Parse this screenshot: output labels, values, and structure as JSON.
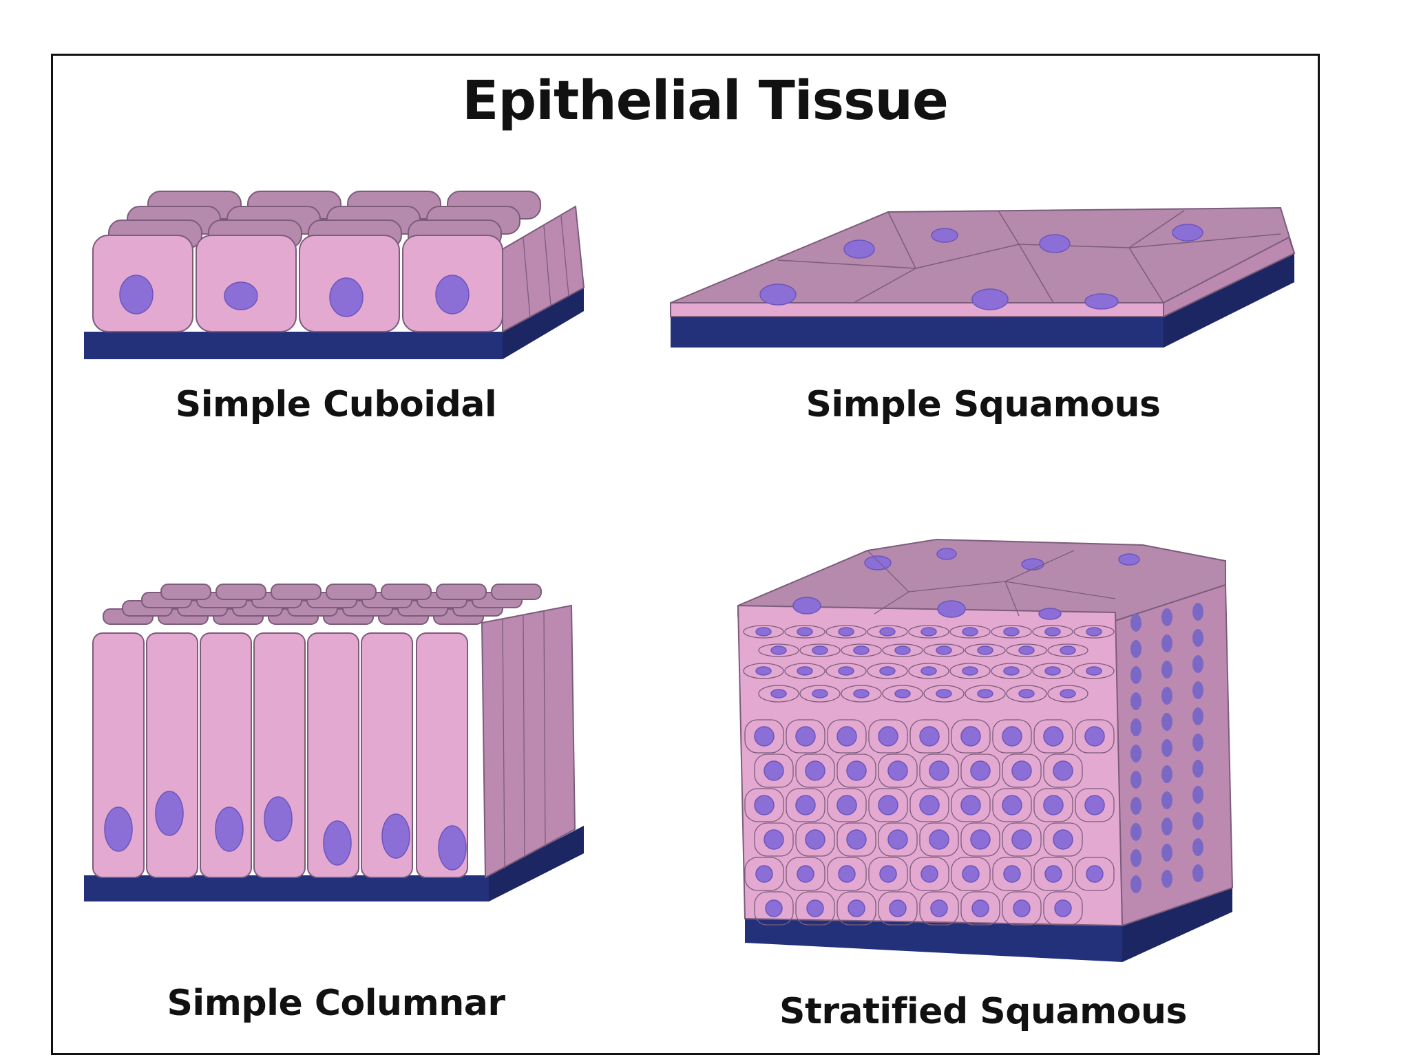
{
  "title": "Epithelial Tissue",
  "panels": [
    {
      "label": "Simple Cuboidal"
    },
    {
      "label": "Simple Squamous"
    },
    {
      "label": "Simple Columnar"
    },
    {
      "label": "Stratified Squamous"
    }
  ],
  "colors": {
    "cell_front": "#e3a9d1",
    "cell_side": "#bc8ab1",
    "cell_top": "#b58aad",
    "cell_outline": "#7c5c7a",
    "nucleus": "#8b6fd6",
    "nucleus_side": "#7a68c4",
    "basement_membrane": "#23307a",
    "basement_membrane_side": "#1b2663"
  }
}
